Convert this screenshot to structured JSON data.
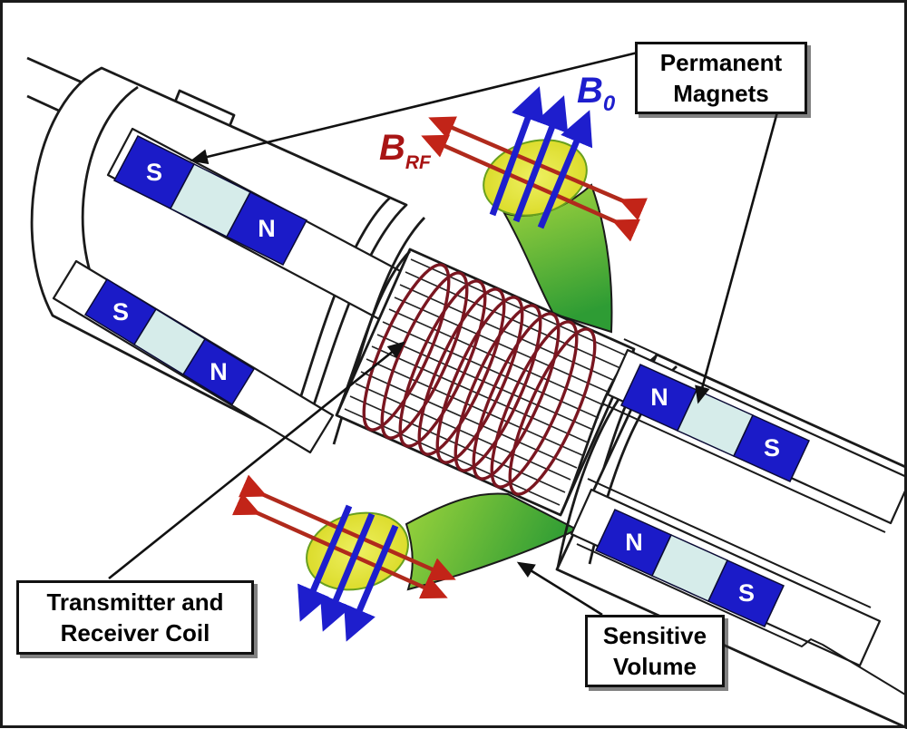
{
  "callouts": {
    "permanent_magnets": {
      "line1": "Permanent",
      "line2": "Magnets"
    },
    "transmitter_receiver_coil": {
      "line1": "Transmitter and",
      "line2": "Receiver Coil"
    },
    "sensitive_volume": {
      "line1": "Sensitive",
      "line2": "Volume"
    }
  },
  "field_labels": {
    "b0": {
      "symbol": "B",
      "subscript": "0"
    },
    "brf": {
      "symbol": "B",
      "subscript": "RF"
    }
  },
  "magnets": {
    "upper_left": {
      "left": "S",
      "right": "N"
    },
    "lower_left": {
      "left": "S",
      "right": "N"
    },
    "upper_right": {
      "left": "N",
      "right": "S"
    },
    "lower_right": {
      "left": "N",
      "right": "S"
    }
  },
  "colors": {
    "magnet_blue": "#1b1bc8",
    "magnet_gap_lightblue": "#d6ecea",
    "b0_arrow_blue": "#1e1ecd",
    "brf_arrow_red": "#b02a1c",
    "coil_winding_maroon": "#7a1620",
    "sensitive_volume_green": "#2f9c34",
    "sensitive_volume_yellow": "#e2e436",
    "line_black": "#1a1a1a"
  }
}
